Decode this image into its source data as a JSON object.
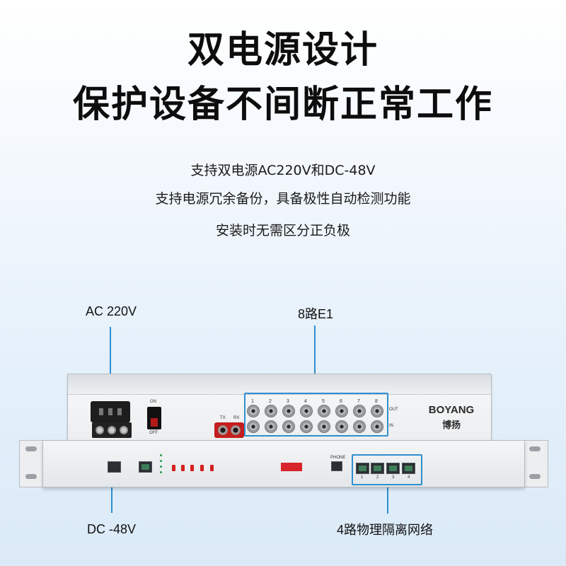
{
  "headline": {
    "line1": "双电源设计",
    "line2": "保护设备不间断正常工作"
  },
  "features": [
    "支持双电源AC220V和DC-48V",
    "支持电源冗余备份，具备极性自动检测功能",
    "安装时无需区分正负极"
  ],
  "callouts": {
    "ac": "AC 220V",
    "e1": "8路E1",
    "dc": "DC -48V",
    "network": "4路物理隔离网络"
  },
  "device": {
    "brand": "BOYANG",
    "brand_cn": "博扬",
    "switch_on": "ON",
    "switch_off": "OFF",
    "fiber_tx": "TX",
    "fiber_rx": "RX",
    "bnc_out": "OUT",
    "bnc_in": "IN",
    "bnc_numbers": [
      "1",
      "2",
      "3",
      "4",
      "5",
      "6",
      "7",
      "8"
    ],
    "phone": "PHONE",
    "net_ports": [
      "1",
      "2",
      "3",
      "4"
    ]
  },
  "colors": {
    "callout_line": "#2f8fd0",
    "accent_red": "#d41f1f"
  }
}
